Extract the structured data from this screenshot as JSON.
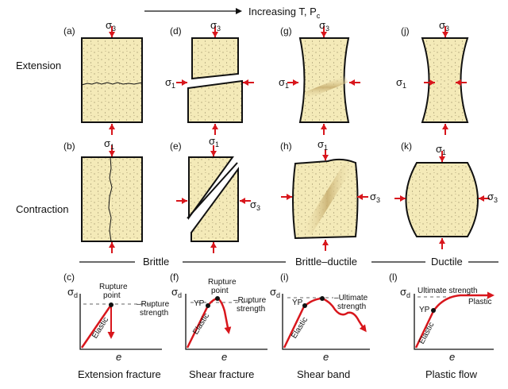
{
  "header": {
    "trend": "Increasing T, P",
    "trend_sub": "c"
  },
  "rows": {
    "extension": "Extension",
    "contraction": "Contraction"
  },
  "sigma": {
    "symbol": "σ",
    "s1": "1",
    "s3": "3",
    "sd": "d"
  },
  "panels": {
    "a": "(a)",
    "b": "(b)",
    "c": "(c)",
    "d": "(d)",
    "e": "(e)",
    "f": "(f)",
    "g": "(g)",
    "h": "(h)",
    "i": "(i)",
    "j": "(j)",
    "k": "(k)",
    "l": "(l)"
  },
  "regimes": {
    "brittle": "Brittle",
    "brittle_ductile": "Brittle–ductile",
    "ductile": "Ductile"
  },
  "graphs": {
    "axis_x": "e",
    "c": {
      "elastic": "Elastic",
      "rupture_point_1": "Rupture",
      "rupture_point_2": "point",
      "rupture_strength_1": "Rupture",
      "rupture_strength_2": "strength"
    },
    "f": {
      "elastic": "Elastic",
      "yp": "YP",
      "rupture_point_1": "Rupture",
      "rupture_point_2": "point",
      "rupture_strength_1": "Rupture",
      "rupture_strength_2": "strength"
    },
    "i": {
      "elastic": "Elastic",
      "yp": "YP",
      "ultimate_1": "Ultimate",
      "ultimate_2": "strength"
    },
    "l": {
      "elastic": "Elastic",
      "yp": "YP",
      "ultimate": "Ultimate strength",
      "plastic": "Plastic"
    }
  },
  "captions": {
    "c": "Extension fracture",
    "f": "Shear fracture",
    "i": "Shear band",
    "l": "Plastic flow"
  },
  "colors": {
    "rock": "#f4eab8",
    "arrow": "#d8161c",
    "band": "#c9b072",
    "text": "#111111"
  }
}
